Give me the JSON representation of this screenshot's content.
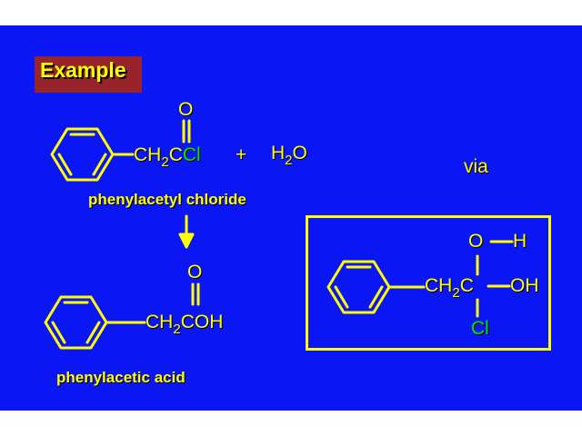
{
  "example_label": "Example",
  "reaction": {
    "reactant": {
      "carbonyl_o": "O",
      "formula_prefix": "CH",
      "subscript": "2",
      "formula_c": "C",
      "formula_cl": "Cl",
      "name": "phenylacetyl chloride"
    },
    "plus": "+",
    "water": {
      "h": "H",
      "subscript": "2",
      "o": "O"
    },
    "product": {
      "carbonyl_o": "O",
      "formula_prefix": "CH",
      "subscript": "2",
      "formula_suffix": "COH",
      "name": "phenylacetic acid"
    }
  },
  "via_label": "via",
  "intermediate": {
    "top_o": "O",
    "top_h": "H",
    "formula_prefix": "CH",
    "subscript": "2",
    "formula_c": "C",
    "right_group": "OH",
    "bottom_cl": "Cl"
  },
  "colors": {
    "background": "#0b16f5",
    "text": "#ffff00",
    "chlorine": "#00e800",
    "label_box": "#96242a"
  }
}
